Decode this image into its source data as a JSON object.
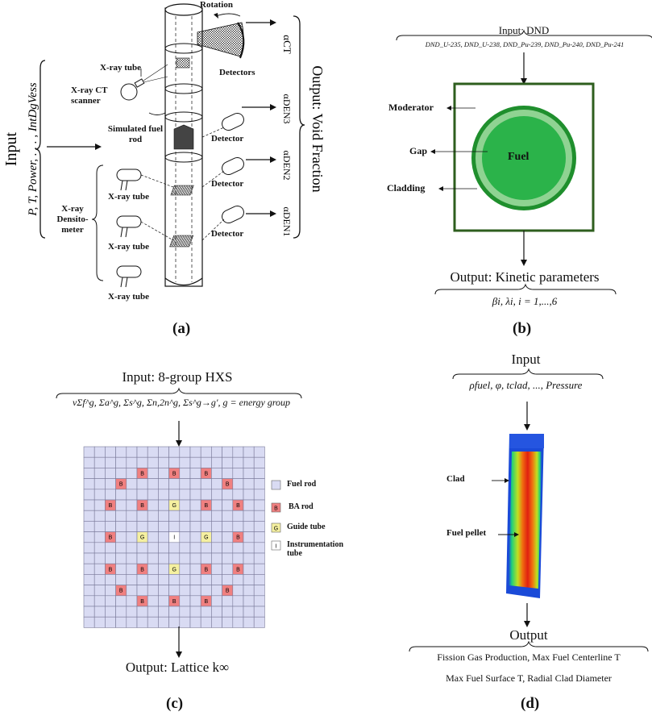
{
  "panel_a": {
    "caption": "(a)",
    "input_label": "Input",
    "input_vars": "P, T, Power, . . . , IntDgVess",
    "output_label": "Output: Void Fraction",
    "rotation": "Rotation",
    "xray_tube_top": "X-ray tube",
    "ct_scanner": "X-ray CT scanner",
    "detectors": "Detectors",
    "simulated_fuel_rod": "Simulated fuel rod",
    "detector": "Detector",
    "xray_tube": "X-ray tube",
    "densitometer": "X-ray Densito-meter",
    "outputs": [
      "αCT",
      "αDEN3",
      "αDEN2",
      "αDEN1"
    ]
  },
  "panel_b": {
    "caption": "(b)",
    "input_title": "Input: DND",
    "input_vars": "DND_U-235, DND_U-238, DND_Pu-239, DND_Pu-240, DND_Pu-241",
    "moderator": "Moderator",
    "gap": "Gap",
    "cladding": "Cladding",
    "fuel": "Fuel",
    "output_title": "Output: Kinetic parameters",
    "output_vars": "βi, λi, i = 1,...,6",
    "colors": {
      "fuel": "#2bb34a",
      "gap": "#8fd392",
      "clad": "#1f8f2d",
      "box": "#2e5e1e"
    }
  },
  "panel_c": {
    "caption": "(c)",
    "input_title": "Input: 8-group HXS",
    "input_vars": "νΣf^g, Σa^g, Σs^g, Σn,2n^g, Σs^g→g′, g = energy group",
    "output_title": "Output: Lattice k∞",
    "legend": [
      {
        "code": "",
        "label": "Fuel rod",
        "color": "#d9dbf3"
      },
      {
        "code": "B",
        "label": "BA rod",
        "color": "#f08080"
      },
      {
        "code": "G",
        "label": "Guide tube",
        "color": "#f5f0a0"
      },
      {
        "code": "I",
        "label": "Instrumentation tube",
        "color": "#ffffff"
      }
    ],
    "cell_letters": {
      "B": "B",
      "G": "G",
      "I": "I"
    }
  },
  "panel_d": {
    "caption": "(d)",
    "input_title": "Input",
    "input_vars": "ρfuel, φ, tclad, ..., Pressure",
    "clad": "Clad",
    "fuel_pellet": "Fuel pellet",
    "output_title": "Output",
    "output_line1": "Fission Gas Production, Max Fuel Centerline T",
    "output_line2": "Max Fuel Surface T, Radial Clad Diameter"
  }
}
